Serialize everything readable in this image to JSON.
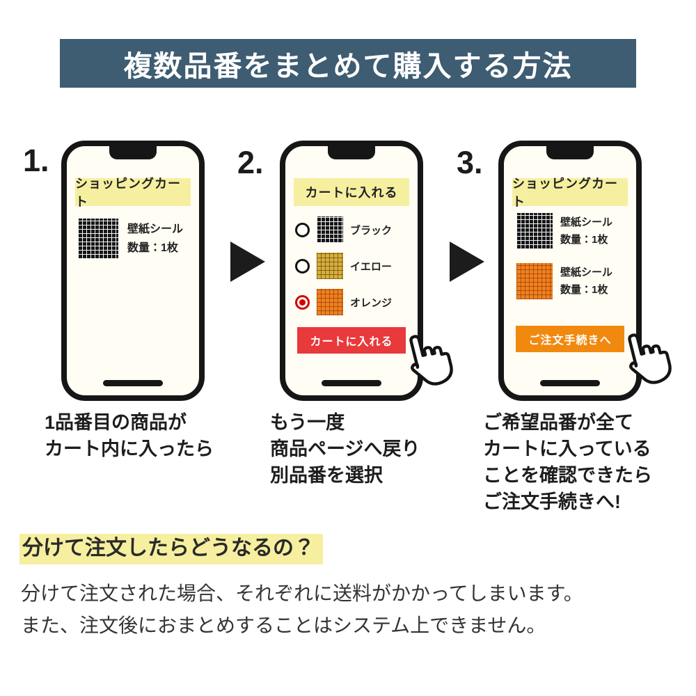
{
  "colors": {
    "header-bg": "#3e5c72",
    "banner-yellow": "#f6efa0",
    "highlight": "#f6efa0",
    "btn-red": "#e8393b",
    "btn-orange": "#f1890f",
    "screen-bg": "#fffdf4",
    "swatch-black": "#161616",
    "swatch-yellow": "#d9ae3c",
    "swatch-orange": "#ee8220"
  },
  "header": {
    "title": "複数品番をまとめて購入する方法"
  },
  "steps": [
    {
      "number": "1.",
      "banner": "ショッピングカート",
      "items": [
        {
          "swatch": "black",
          "name": "壁紙シール",
          "qty": "数量：1枚"
        }
      ],
      "caption_lines": [
        "1品番目の商品が",
        "カート内に入ったら"
      ]
    },
    {
      "number": "2.",
      "banner": "カートに入れる",
      "options": [
        {
          "swatch": "black",
          "label": "ブラック",
          "selected": false
        },
        {
          "swatch": "yellow",
          "label": "イエロー",
          "selected": false
        },
        {
          "swatch": "orange",
          "label": "オレンジ",
          "selected": true
        }
      ],
      "button_label": "カートに入れる",
      "caption_lines": [
        "もう一度",
        "商品ページへ戻り",
        "別品番を選択"
      ]
    },
    {
      "number": "3.",
      "banner": "ショッピングカート",
      "items": [
        {
          "swatch": "black",
          "name": "壁紙シール",
          "qty": "数量：1枚"
        },
        {
          "swatch": "orange",
          "name": "壁紙シール",
          "qty": "数量：1枚"
        }
      ],
      "button_label": "ご注文手続きへ",
      "caption_lines": [
        "ご希望品番が全て",
        "カートに入っている",
        "ことを確認できたら",
        "ご注文手続きへ!"
      ]
    }
  ],
  "footer": {
    "question_heading": "分けて注文したらどうなるの？",
    "body_lines": [
      "分けて注文された場合、それぞれに送料がかかってしまいます。",
      "また、注文後におまとめすることはシステム上できません。"
    ]
  }
}
